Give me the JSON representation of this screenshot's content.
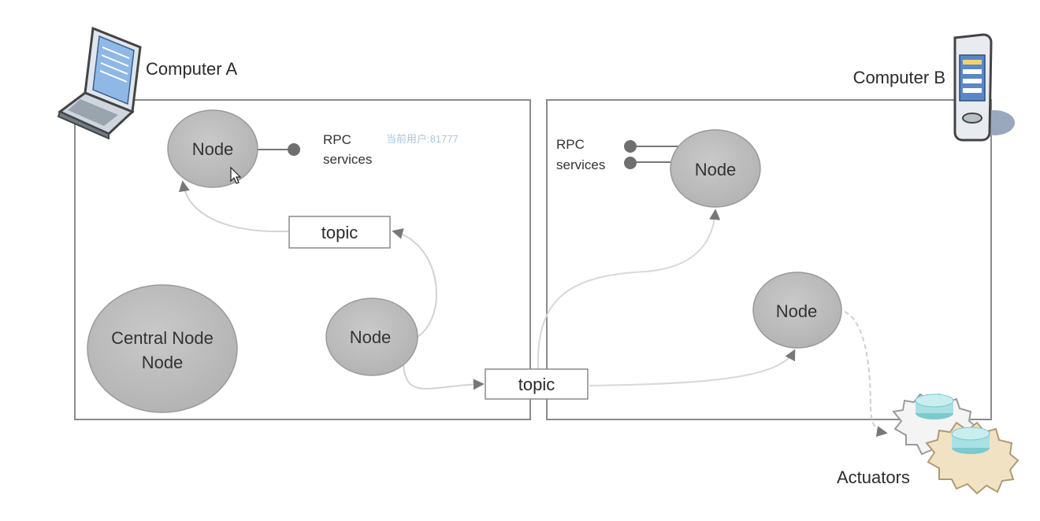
{
  "computer_a": {
    "label": "Computer A",
    "icon": "laptop-icon"
  },
  "computer_b": {
    "label": "Computer B",
    "icon": "pda-icon"
  },
  "nodes": {
    "a_top": "Node",
    "a_mid": "Node",
    "central_line1": "Central Node",
    "central_line2": "Node",
    "b_top": "Node",
    "b_mid": "Node"
  },
  "rpc_a": {
    "line1": "RPC",
    "line2": "services"
  },
  "rpc_b": {
    "line1": "RPC",
    "line2": "services"
  },
  "topics": {
    "a_topic": "topic",
    "shared_topic": "topic"
  },
  "actuators": {
    "label": "Actuators",
    "icon": "gears-icon"
  },
  "watermark": "当前用户:81777",
  "colors": {
    "node_fill": "#bdbdbd",
    "frame": "#8a8a8a",
    "arrow": "#cccccc",
    "cylinder": "#a8e0e4",
    "gear": "#f2e2c4"
  }
}
